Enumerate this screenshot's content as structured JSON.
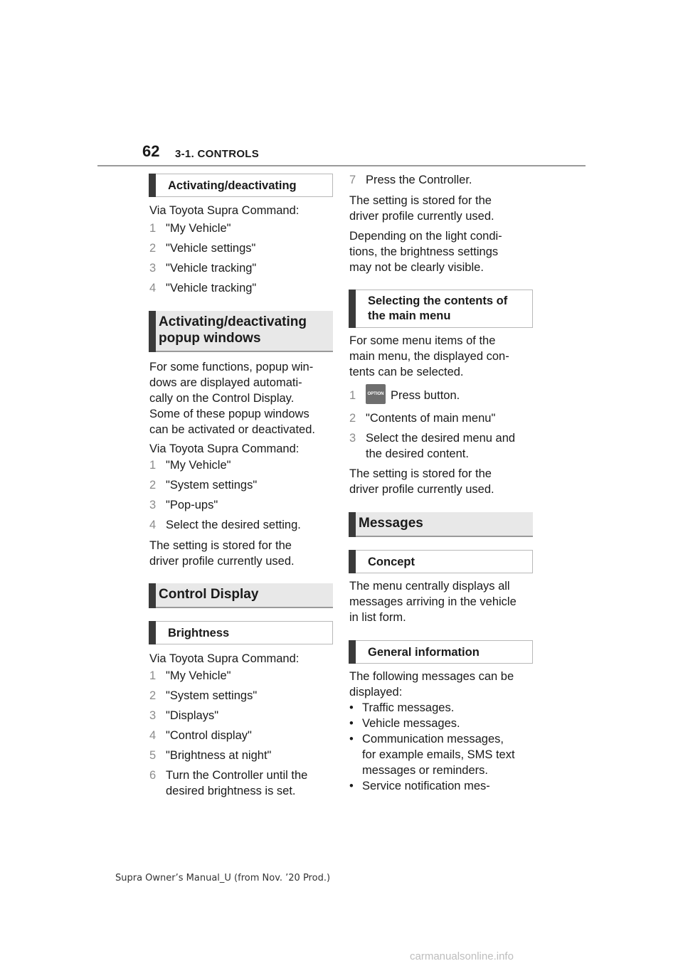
{
  "header": {
    "page_number": "62",
    "section": "3-1. CONTROLS"
  },
  "left": {
    "h1": "Activating/deactivating",
    "via1": "Via Toyota Supra Command:",
    "steps1": [
      {
        "n": "1",
        "t": "\"My Vehicle\""
      },
      {
        "n": "2",
        "t": "\"Vehicle settings\""
      },
      {
        "n": "3",
        "t": "\"Vehicle tracking\""
      },
      {
        "n": "4",
        "t": "\"Vehicle tracking\""
      }
    ],
    "h2_line1": "Activating/deactivating",
    "h2_line2": "popup windows",
    "para1": [
      "For some functions, popup win-",
      "dows are displayed automati-",
      "cally on the Control Display.",
      "Some of these popup windows",
      "can be activated or deactivated."
    ],
    "via2": "Via Toyota Supra Command:",
    "steps2": [
      {
        "n": "1",
        "t": "\"My Vehicle\""
      },
      {
        "n": "2",
        "t": "\"System settings\""
      },
      {
        "n": "3",
        "t": "\"Pop-ups\""
      },
      {
        "n": "4",
        "t": "Select the desired setting."
      }
    ],
    "stored1": [
      "The setting is stored for the",
      "driver profile currently used."
    ],
    "h3": "Control Display",
    "h4": "Brightness",
    "via3": "Via Toyota Supra Command:",
    "steps3": [
      {
        "n": "1",
        "t": "\"My Vehicle\""
      },
      {
        "n": "2",
        "t": "\"System settings\""
      },
      {
        "n": "3",
        "t": "\"Displays\""
      },
      {
        "n": "4",
        "t": "\"Control display\""
      },
      {
        "n": "5",
        "t": "\"Brightness at night\""
      },
      {
        "n": "6",
        "t": "Turn the Controller until the",
        "t2": "desired brightness is set."
      }
    ]
  },
  "right": {
    "step7": {
      "n": "7",
      "t": "Press the Controller."
    },
    "stored2": [
      "The setting is stored for the",
      "driver profile currently used."
    ],
    "para2": [
      "Depending on the light condi-",
      "tions, the brightness settings",
      "may not be clearly visible."
    ],
    "h5_line1": "Selecting the contents of",
    "h5_line2": "the main menu",
    "para3": [
      "For some menu items of the",
      "main menu, the displayed con-",
      "tents can be selected."
    ],
    "option_button_label": "OPTION",
    "steps4": [
      {
        "n": "1",
        "t": "Press button."
      },
      {
        "n": "2",
        "t": "\"Contents of main menu\""
      },
      {
        "n": "3",
        "t": "Select the desired menu and",
        "t2": "the desired content."
      }
    ],
    "stored3": [
      "The setting is stored for the",
      "driver profile currently used."
    ],
    "h6": "Messages",
    "h7": "Concept",
    "para4": [
      "The menu centrally displays all",
      "messages arriving in the vehicle",
      "in list form."
    ],
    "h8": "General information",
    "para5": [
      "The following messages can be",
      "displayed:"
    ],
    "bullets": [
      {
        "t": "Traffic messages."
      },
      {
        "t": "Vehicle messages."
      },
      {
        "t": "Communication messages,",
        "t2": "for example emails, SMS text",
        "t3": "messages or reminders."
      },
      {
        "t": "Service notification mes-"
      }
    ],
    "bullet_char": "•"
  },
  "footer": "Supra Owner’s Manual_U (from Nov. ’20 Prod.)",
  "watermark": "carmanualsonline.info"
}
